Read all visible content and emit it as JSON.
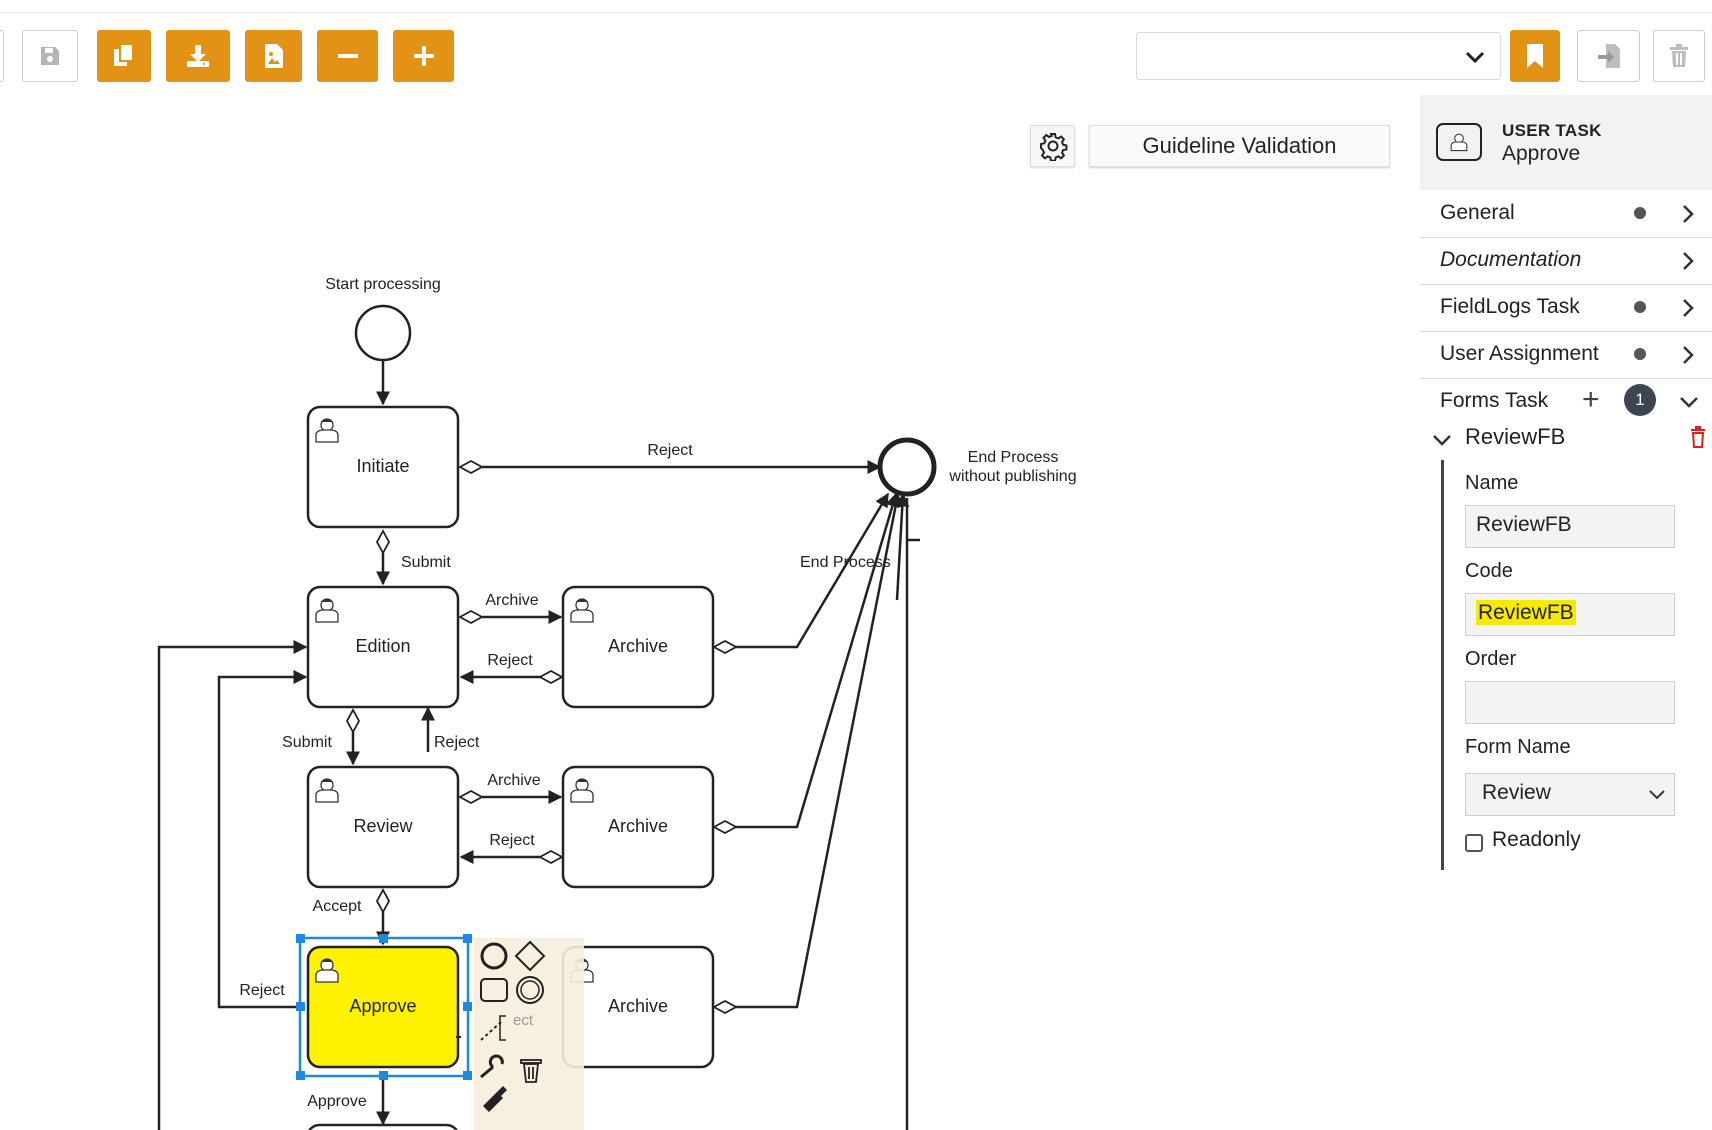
{
  "toolbar": {
    "buttons": [
      {
        "name": "save-icon",
        "style": "grey"
      },
      {
        "name": "copy-icon",
        "style": "orange"
      },
      {
        "name": "download-icon",
        "style": "orange"
      },
      {
        "name": "export-image-icon",
        "style": "orange"
      },
      {
        "name": "zoom-out-icon",
        "style": "orange"
      },
      {
        "name": "zoom-in-icon",
        "style": "orange"
      }
    ],
    "version_select_value": "",
    "right_buttons": [
      "bookmark-icon",
      "import-icon",
      "trash-icon"
    ],
    "accent": "#e29215"
  },
  "validation_button": "Guideline Validation",
  "diagram": {
    "nodes": [
      {
        "id": "start",
        "type": "start",
        "label": "Start processing"
      },
      {
        "id": "end",
        "type": "end",
        "label": "End Process\nwithout publishing"
      },
      {
        "id": "initiate",
        "type": "task",
        "label": "Initiate"
      },
      {
        "id": "edition",
        "type": "task",
        "label": "Edition"
      },
      {
        "id": "archive1",
        "type": "task",
        "label": "Archive"
      },
      {
        "id": "review",
        "type": "task",
        "label": "Review"
      },
      {
        "id": "archive2",
        "type": "task",
        "label": "Archive"
      },
      {
        "id": "approve",
        "type": "task",
        "label": "Approve",
        "selected": true
      },
      {
        "id": "archive3",
        "type": "task",
        "label": "Archive"
      }
    ],
    "edge_labels": {
      "reject_initiate": "Reject",
      "submit1": "Submit",
      "end_process": "End Process",
      "archive_1": "Archive",
      "reject_1": "Reject",
      "submit2": "Submit",
      "reject_review": "Reject",
      "archive_2": "Archive",
      "reject_2": "Reject",
      "accept": "Accept",
      "reject_approve": "Reject",
      "approve_out": "Approve",
      "partial_reject": "ect"
    },
    "selected_color": "#fff200",
    "selection_color": "#1e88e5"
  },
  "panel": {
    "type": "USER TASK",
    "name": "Approve",
    "sections": [
      {
        "label": "General",
        "dot": true
      },
      {
        "label": "Documentation",
        "dot": false
      },
      {
        "label": "FieldLogs Task",
        "dot": true
      },
      {
        "label": "User Assignment",
        "dot": true
      }
    ],
    "forms": {
      "label": "Forms Task",
      "count": "1",
      "item": {
        "title": "ReviewFB",
        "name_label": "Name",
        "name_value": "ReviewFB",
        "code_label": "Code",
        "code_value": "ReviewFB",
        "order_label": "Order",
        "order_value": "",
        "form_name_label": "Form Name",
        "form_name_value": "Review",
        "readonly_label": "Readonly"
      }
    }
  }
}
